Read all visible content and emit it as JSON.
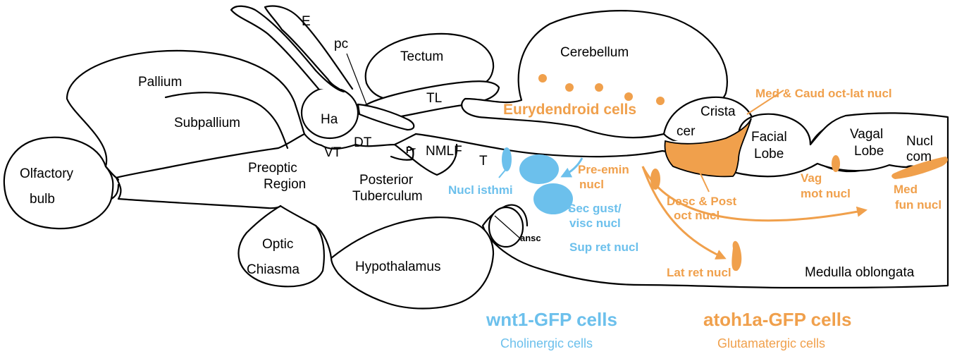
{
  "colors": {
    "wnt1": "#6cc0ec",
    "atoh1a": "#f0a04c",
    "outline": "#000000"
  },
  "regions": {
    "E": "E",
    "pc": "pc",
    "tectum": "Tectum",
    "cerebellum": "Cerebellum",
    "pallium": "Pallium",
    "tl": "TL",
    "ha": "Ha",
    "subpallium": "Subpallium",
    "crista": "Crista",
    "cer": "cer",
    "facial_lobe_1": "Facial",
    "facial_lobe_2": "Lobe",
    "vagal_lobe_1": "Vagal",
    "vagal_lobe_2": "Lobe",
    "nucl_com_1": "Nucl",
    "nucl_com_2": "com",
    "dt": "DT",
    "vt": "VT",
    "pr": "Pr",
    "nmlf": "NMLF",
    "t": "T",
    "olfactory_1": "Olfactory",
    "olfactory_2": "bulb",
    "preoptic_1": "Preoptic",
    "preoptic_2": "Region",
    "posterior_1": "Posterior",
    "posterior_2": "Tuberculum",
    "optic_1": "Optic",
    "optic_2": "Chiasma",
    "hypothalamus": "Hypothalamus",
    "ansc": "ansc",
    "medulla": "Medulla oblongata"
  },
  "wnt1_labels": {
    "nucl_isthmi": "Nucl isthmi",
    "sec_gust_1": "Sec gust/",
    "sec_gust_2": "visc nucl",
    "sup_ret": "Sup ret nucl"
  },
  "atoh1a_labels": {
    "eurydendroid": "Eurydendroid cells",
    "med_caud": "Med & Caud oct-lat nucl",
    "pre_emin_1": "Pre-emin",
    "pre_emin_2": "nucl",
    "desc_post_1": "Desc & Post",
    "desc_post_2": "oct nucl",
    "vag_mot_1": "Vag",
    "vag_mot_2": "mot nucl",
    "med_fun_1": "Med",
    "med_fun_2": "fun nucl",
    "lat_ret": "Lat ret nucl"
  },
  "legend": {
    "wnt1_title": "wnt1-GFP cells",
    "wnt1_sub": "Cholinergic cells",
    "atoh1a_title": "atoh1a-GFP cells",
    "atoh1a_sub": "Glutamatergic cells"
  }
}
